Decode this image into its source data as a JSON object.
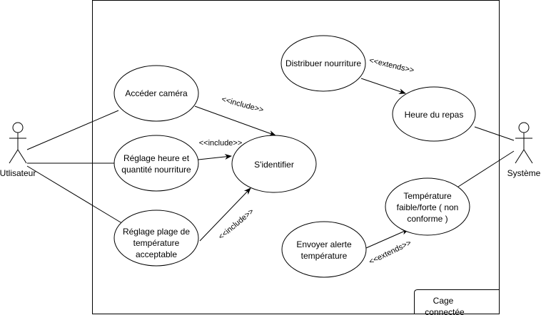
{
  "actors": {
    "user": "Utlisateur",
    "system": "Système"
  },
  "system_boundary": {
    "label_line1": "Cage",
    "label_line2": "connectée"
  },
  "use_cases": {
    "camera": [
      "Accéder caméra"
    ],
    "schedule": [
      "Réglage heure et",
      "quantité nourriture"
    ],
    "temp_range": [
      "Réglage plage de",
      "température",
      "acceptable"
    ],
    "identify": [
      "S'identifier"
    ],
    "distribute": [
      "Distribuer nourriture"
    ],
    "meal_time": [
      "Heure du repas"
    ],
    "temp_status": [
      "Température",
      "faible/forte ( non",
      "conforme )"
    ],
    "send_alert": [
      "Envoyer alerte",
      "température"
    ]
  },
  "relations": {
    "include_camera": "<<include>>",
    "include_schedule": "<<include>>",
    "include_temp_range": "<<include>>",
    "extends_distribute": "<<extends>>",
    "extends_alert": "<<extends>>"
  },
  "colors": {
    "stroke": "#000000",
    "background": "#ffffff"
  }
}
